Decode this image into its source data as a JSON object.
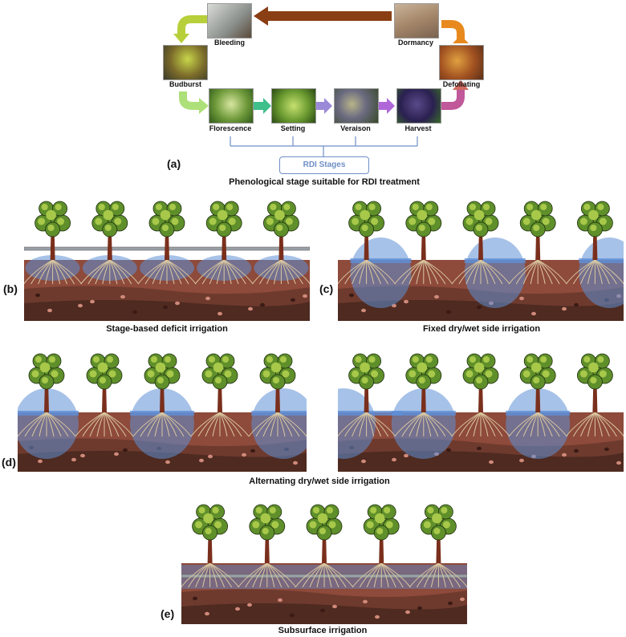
{
  "phenology": {
    "stages": [
      {
        "key": "bleeding",
        "label": "Bleeding"
      },
      {
        "key": "dormancy",
        "label": "Dormancy"
      },
      {
        "key": "budburst",
        "label": "Budburst"
      },
      {
        "key": "defoliating",
        "label": "Defoliating"
      },
      {
        "key": "florescence",
        "label": "Florescence"
      },
      {
        "key": "setting",
        "label": "Setting"
      },
      {
        "key": "veraison",
        "label": "Veraison"
      },
      {
        "key": "harvest",
        "label": "Harvest"
      }
    ],
    "rdi_label": "RDI Stages",
    "panel_letter": "(a)",
    "caption": "Phenological stage suitable for RDI treatment"
  },
  "panels": [
    {
      "letter": "(b)",
      "caption": "Stage-based deficit irrigation",
      "mode": "stage"
    },
    {
      "letter": "(c)",
      "caption": "Fixed dry/wet side irrigation",
      "mode": "fixed"
    },
    {
      "letter": "(d)",
      "caption": "Alternating dry/wet side irrigation",
      "mode": "alt-left"
    },
    {
      "letter": "",
      "caption": "",
      "mode": "alt-right"
    },
    {
      "letter": "(e)",
      "caption": "Subsurface irrigation",
      "mode": "subsurface"
    }
  ],
  "colors": {
    "soil_top": "#8e4a3a",
    "soil_mid": "#6e3a2e",
    "soil_bottom": "#4e2a20",
    "water": "#5f8fd6",
    "canopy": "#5f8f2a",
    "trunk": "#7a2f1c",
    "pipe": "#9aa0a6",
    "rdi_blue": "#6f8fc6"
  }
}
